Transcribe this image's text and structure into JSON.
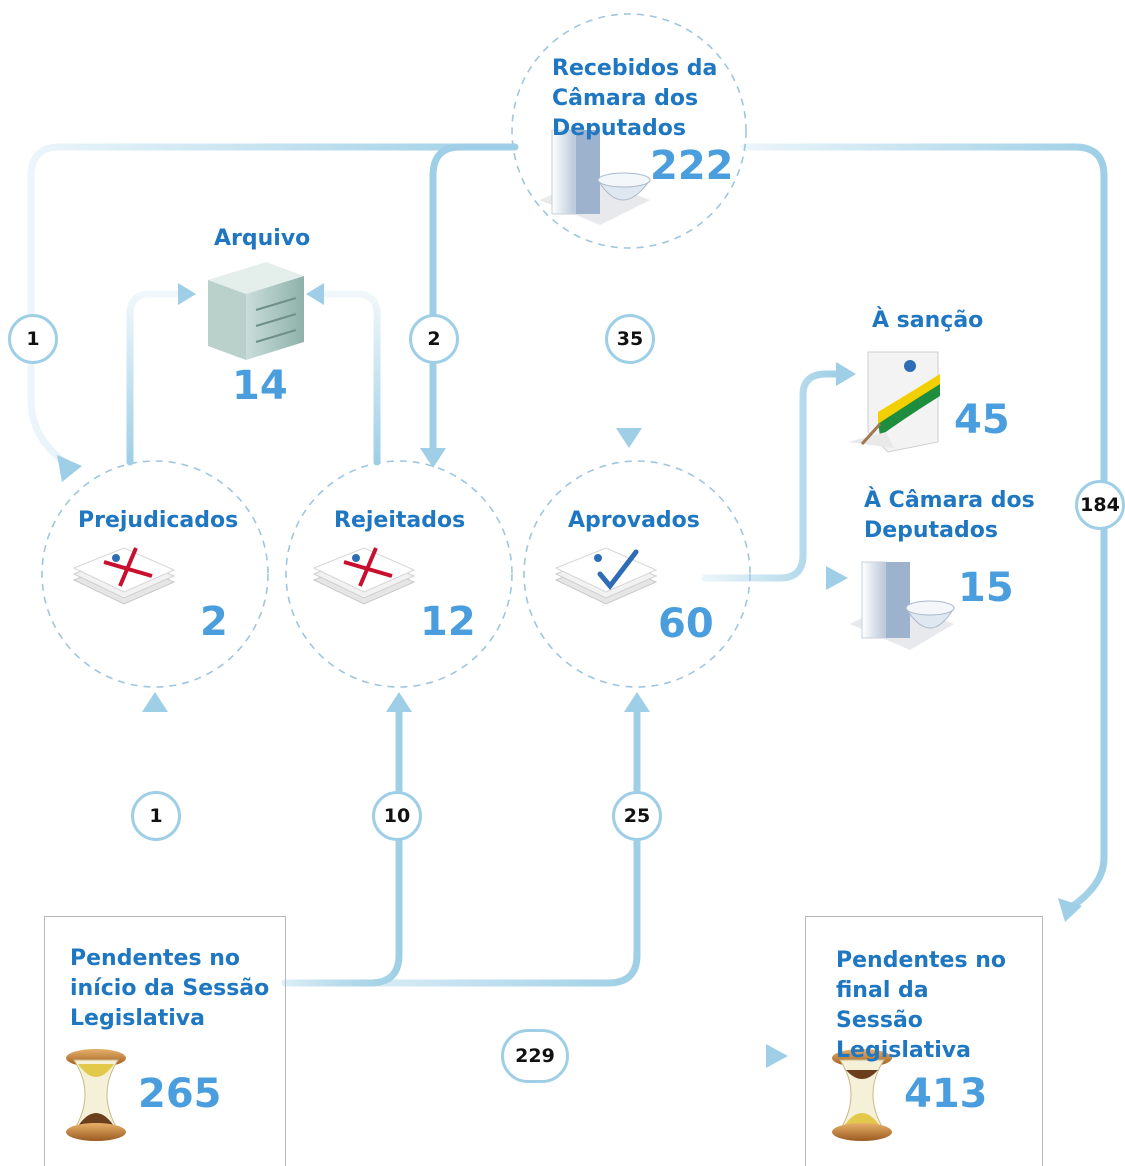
{
  "colors": {
    "arrow": "#9ecfe6",
    "label": "#1f77c1",
    "number": "#4a9ede",
    "dashed": "#9fc6de"
  },
  "nodes": {
    "recebidos": {
      "label": "Recebidos da Câmara dos Deputados",
      "count": "222"
    },
    "arquivo": {
      "label": "Arquivo",
      "count": "14"
    },
    "prejudicados": {
      "label": "Prejudicados",
      "count": "2"
    },
    "rejeitados": {
      "label": "Rejeitados",
      "count": "12"
    },
    "aprovados": {
      "label": "Aprovados",
      "count": "60"
    },
    "sancao": {
      "label": "À sanção",
      "count": "45"
    },
    "camara": {
      "label": "À Câmara dos Deputados",
      "count": "15"
    },
    "pendentes_inicio": {
      "label": "Pendentes no início da Sessão Legislativa",
      "count": "265"
    },
    "pendentes_final": {
      "label": "Pendentes no final da Sessão Legislativa",
      "count": "413"
    }
  },
  "flows": {
    "recebidos_prejudicados": "1",
    "recebidos_rejeitados": "2",
    "recebidos_aprovados": "35",
    "recebidos_pendentes_final": "184",
    "inicio_prejudicados": "1",
    "inicio_rejeitados": "10",
    "inicio_aprovados": "25",
    "inicio_final": "229"
  },
  "icons": {
    "recebidos": "congress-building-icon",
    "arquivo": "filing-cabinet-icon",
    "prejudicados": "rejected-documents-icon",
    "rejeitados": "rejected-documents-icon",
    "aprovados": "approved-documents-icon",
    "sancao": "presidential-sash-icon",
    "camara": "congress-building-icon",
    "pendentes": "hourglass-icon"
  }
}
